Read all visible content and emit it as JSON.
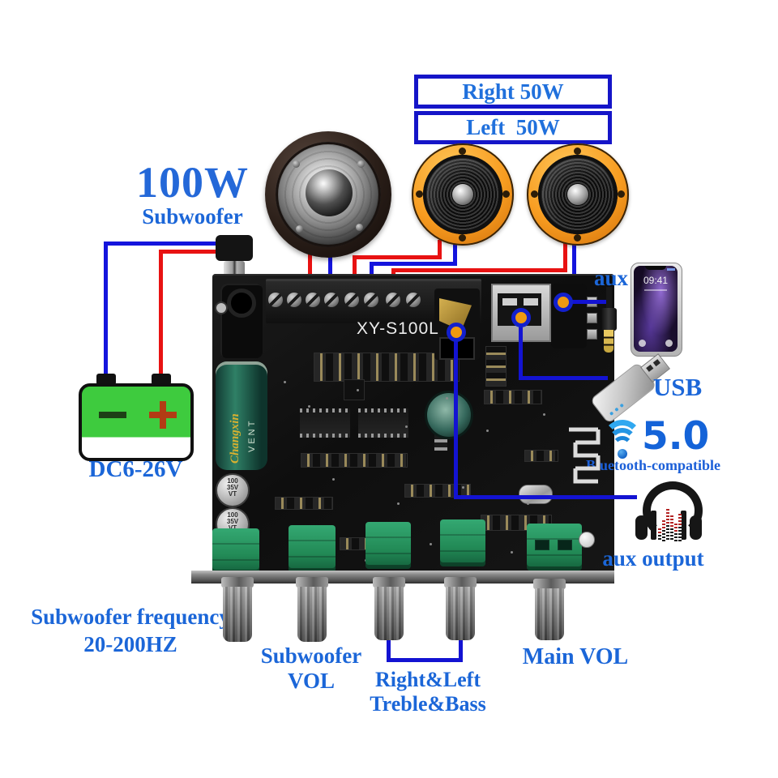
{
  "top_boxes": {
    "right": "Right 50W",
    "left": "Left  50W"
  },
  "hero": {
    "power": "100W",
    "name": "Subwoofer"
  },
  "battery": {
    "label": "DC6-26V",
    "plus": "+",
    "minus": "−"
  },
  "board": {
    "model": "XY-S100L",
    "cap_brand": "Changxin",
    "cap_vent": "VENT",
    "small_cap": "100\n35V\nVT"
  },
  "aux_in": {
    "label": "aux",
    "phone_time": "09:41"
  },
  "usb": {
    "label": "USB"
  },
  "bluetooth": {
    "version": "5.0",
    "caption": "Bluetooth-compatible"
  },
  "aux_out": {
    "label": "aux output"
  },
  "labels": {
    "freq_line1": "Subwoofer frequency",
    "freq_line2": "20-200HZ",
    "sw_vol_line1": "Subwoofer",
    "sw_vol_line2": "VOL",
    "tb_line1": "Right&Left",
    "tb_line2": "Treble&Bass",
    "main_vol": "Main VOL"
  },
  "knobs": [
    "subwoofer-frequency",
    "subwoofer-volume",
    "treble",
    "bass",
    "main-volume"
  ],
  "icons": {
    "bluetooth": "wifi-arcs-icon",
    "aux_output": "headphones-equalizer-icon",
    "aux_input": "phone-and-jack-plug-icon",
    "usb": "usb-flash-drive-icon"
  },
  "colors": {
    "label_blue": "#1b66d8",
    "box_border_blue": "#1515c8",
    "connector_line_blue": "#1313d2",
    "wire_red": "#e81212",
    "wire_blue": "#1414dd",
    "battery_green": "#3ecb3e",
    "speaker_orange": "#f79c20",
    "marker_orange": "#f09a10"
  }
}
